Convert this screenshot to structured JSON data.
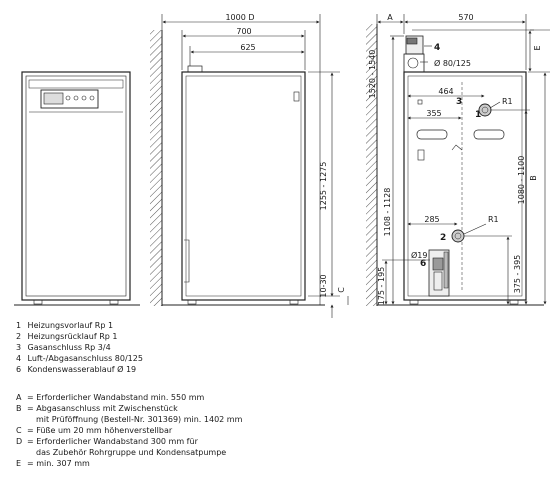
{
  "dims": {
    "front_width": "1000 D",
    "w_700": "700",
    "w_625": "625",
    "right_A": "A",
    "w_570": "570",
    "h_1255_1275": "1255 - 1275",
    "h_10_30": "10-30",
    "C": "C",
    "h_1520_1540": "1520 - 1540",
    "E": "E",
    "flue": "Ø 80/125",
    "w_464": "464",
    "w_355": "355",
    "w_285": "285",
    "R1_top": "R1",
    "R1_mid": "R1",
    "h_1080_1100": "1080 - 1100",
    "B": "B",
    "h_1108_1128": "1108 - 1128",
    "d19": "Ø19",
    "h_375_395": "375 - 395",
    "h_175_195": "175 - 195",
    "lbl_1": "1",
    "lbl_2": "2",
    "lbl_3": "3",
    "lbl_4": "4",
    "lbl_6": "6"
  },
  "legend_numbers": [
    {
      "num": "1",
      "text": "Heizungsvorlauf Rp 1"
    },
    {
      "num": "2",
      "text": "Heizungsrücklauf Rp 1"
    },
    {
      "num": "3",
      "text": "Gasanschluss Rp 3/4"
    },
    {
      "num": "4",
      "text": "Luft-/Abgasanschluss 80/125"
    },
    {
      "num": "6",
      "text": "Kondenswasserablauf Ø 19"
    }
  ],
  "legend_letters": [
    {
      "key": "A",
      "text": "= Erforderlicher Wandabstand min. 550 mm"
    },
    {
      "key": "B",
      "text": "= Abgasanschluss mit Zwischenstück"
    },
    {
      "key": "",
      "text": "mit Prüföffnung (Bestell-Nr. 301369) min. 1402 mm"
    },
    {
      "key": "C",
      "text": "= Füße um 20 mm höhenverstellbar"
    },
    {
      "key": "D",
      "text": "= Erforderlicher Wandabstand 300 mm für"
    },
    {
      "key": "",
      "text": "das Zubehör Rohrgruppe und Kondensatpumpe"
    },
    {
      "key": "E",
      "text": "= min. 307 mm"
    }
  ]
}
